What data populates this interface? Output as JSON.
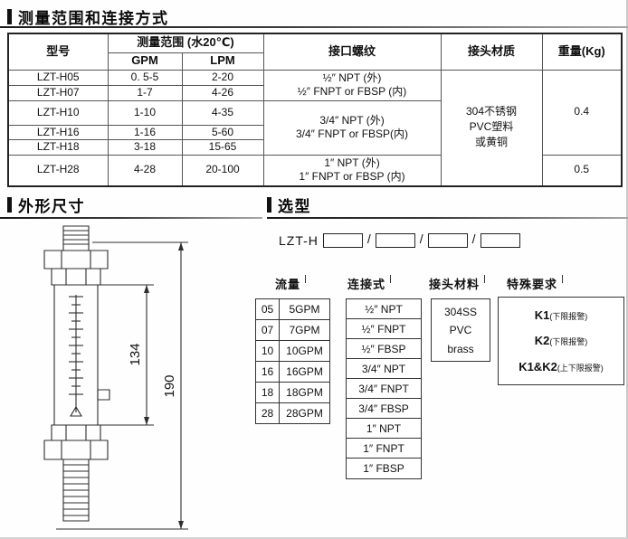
{
  "sections": {
    "spec_title": "测量范围和连接方式",
    "dims_title": "外形尺寸",
    "selection_title": "选型"
  },
  "spec_table": {
    "headers": {
      "model": "型号",
      "range": "测量范围",
      "range_note": "(水20℃)",
      "gpm": "GPM",
      "lpm": "LPM",
      "thread": "接口螺纹",
      "material": "接头材质",
      "weight": "重量(Kg)"
    },
    "rows": [
      {
        "model": "LZT-H05",
        "gpm": "0. 5-5",
        "lpm": "2-20"
      },
      {
        "model": "LZT-H07",
        "gpm": "1-7",
        "lpm": "4-26"
      },
      {
        "model": "LZT-H10",
        "gpm": "1-10",
        "lpm": "4-35"
      },
      {
        "model": "LZT-H16",
        "gpm": "1-16",
        "lpm": "5-60"
      },
      {
        "model": "LZT-H18",
        "gpm": "3-18",
        "lpm": "15-65"
      },
      {
        "model": "LZT-H28",
        "gpm": "4-28",
        "lpm": "20-100"
      }
    ],
    "threads": [
      {
        "line1": "½″ NPT (外)",
        "line2": "½″ FNPT or FBSP (内)"
      },
      {
        "line1": "3/4″ NPT (外)",
        "line2": "3/4″ FNPT or FBSP(内)"
      },
      {
        "line1": "1″ NPT (外)",
        "line2": "1″ FNPT or FBSP (内)"
      }
    ],
    "material_lines": [
      "304不锈钢",
      "PVC塑料",
      "或黄铜"
    ],
    "weights": [
      "0.4",
      "0.5"
    ]
  },
  "drawing": {
    "dim_body": "134",
    "dim_total": "190"
  },
  "selection": {
    "prefix": "LZT-H",
    "slash": "/",
    "labels": {
      "flow": "流量",
      "connection": "连接式",
      "material": "接头材料",
      "special": "特殊要求"
    },
    "flow_options": [
      {
        "code": "05",
        "value": "5GPM"
      },
      {
        "code": "07",
        "value": "7GPM"
      },
      {
        "code": "10",
        "value": "10GPM"
      },
      {
        "code": "16",
        "value": "16GPM"
      },
      {
        "code": "18",
        "value": "18GPM"
      },
      {
        "code": "28",
        "value": "28GPM"
      }
    ],
    "connection_options": [
      "½″ NPT",
      "½″ FNPT",
      "½″ FBSP",
      "3/4″ NPT",
      "3/4″ FNPT",
      "3/4″ FBSP",
      "1″ NPT",
      "1″ FNPT",
      "1″ FBSP"
    ],
    "material_options": [
      "304SS",
      "PVC",
      "brass"
    ],
    "special_options": [
      {
        "main": "K1",
        "note": "(下限报警)"
      },
      {
        "main": "K2",
        "note": "(下限报警)"
      },
      {
        "main": "K1&K2",
        "note": "(上下限报警)"
      }
    ]
  }
}
